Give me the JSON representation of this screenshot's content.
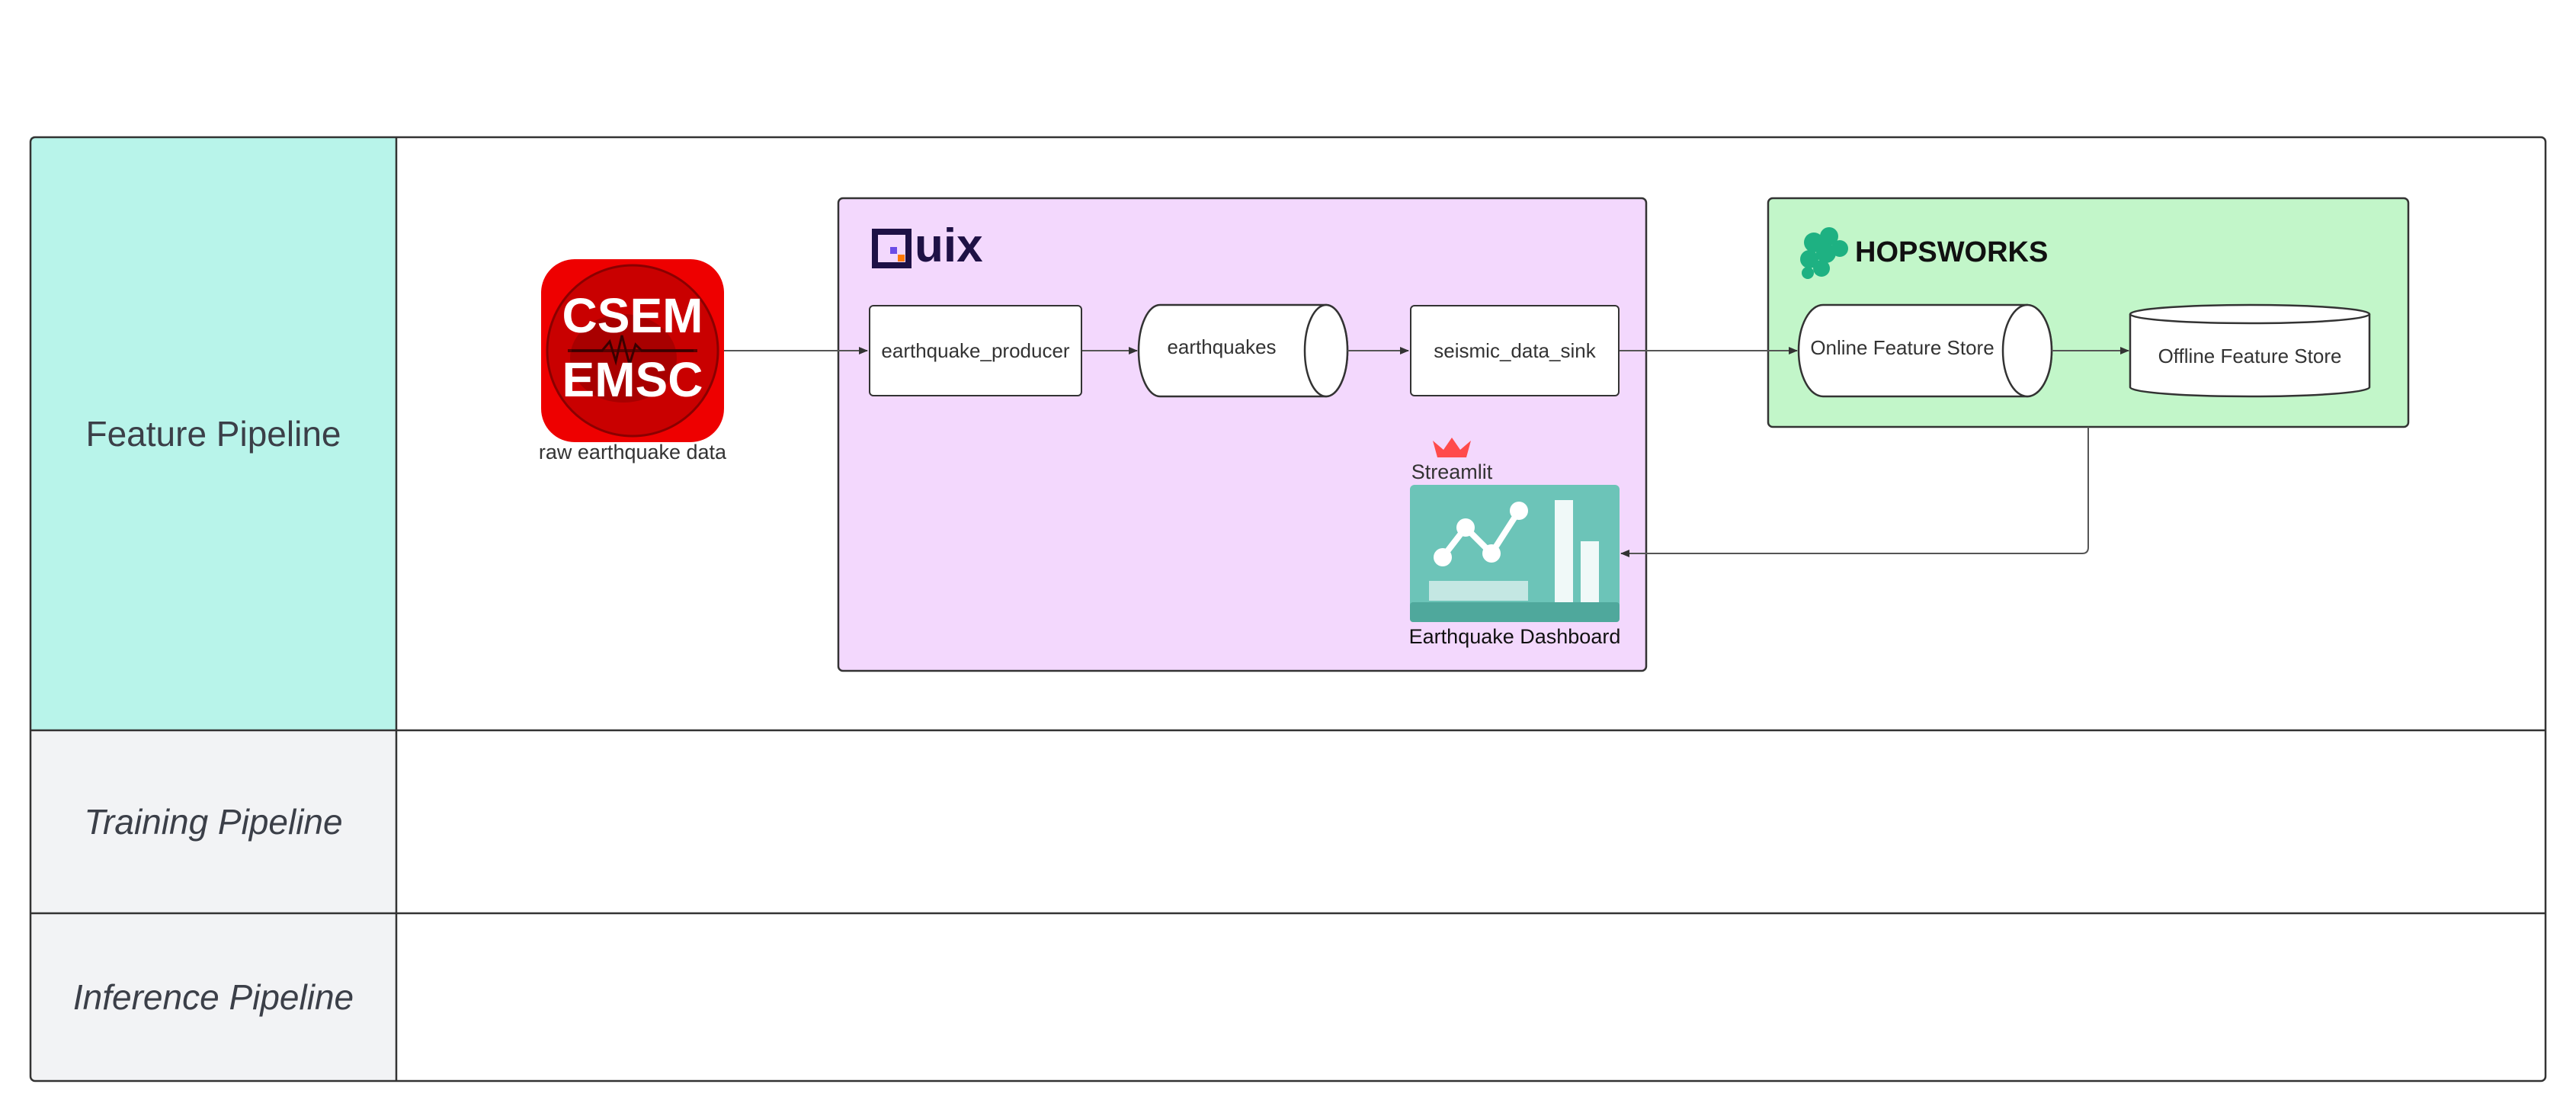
{
  "lanes": {
    "feature": "Feature Pipeline",
    "training": "Training Pipeline",
    "inference": "Inference Pipeline"
  },
  "source": {
    "logo_top": "CSEM",
    "logo_bottom": "EMSC",
    "caption": "raw earthquake data"
  },
  "quix": {
    "logo_text": "uix",
    "producer": "earthquake_producer",
    "topic": "earthquakes",
    "sink": "seismic_data_sink",
    "streamlit_label": "Streamlit",
    "dashboard_label": "Earthquake Dashboard"
  },
  "hopsworks": {
    "logo_text": "HOPSWORKS",
    "online_store": "Online Feature Store",
    "offline_store": "Offline Feature Store"
  },
  "colors": {
    "feature_lane": "#b8f4ea",
    "other_lanes": "#f2f3f5",
    "quix_group": "#f3d8fd",
    "hopsworks_group": "#c2f6c9",
    "csem_red": "#ee0000",
    "streamlit_teal": "#6cc4b8",
    "quix_navy": "#1e1145",
    "hopsworks_green": "#1eb182"
  }
}
